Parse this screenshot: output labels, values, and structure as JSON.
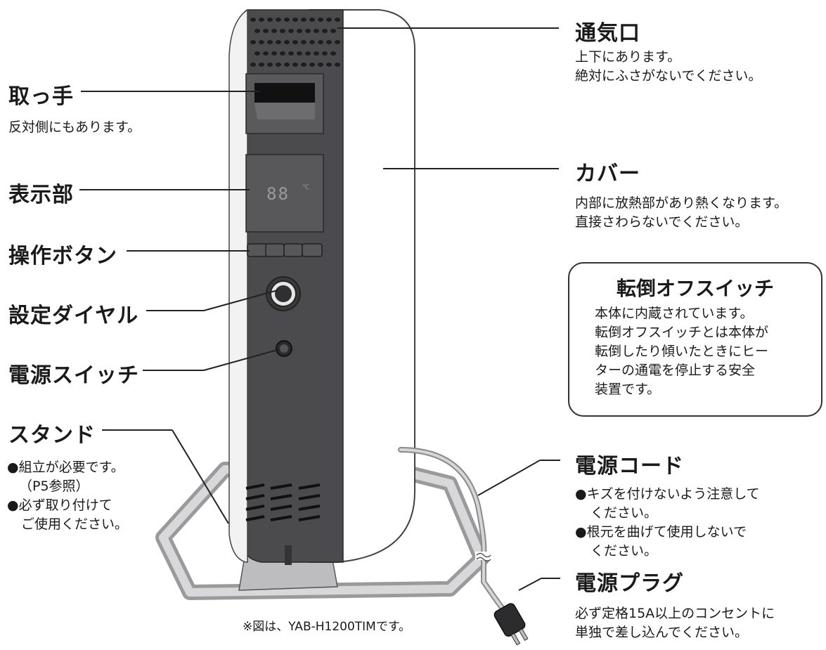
{
  "labels": {
    "handle": {
      "title": "取っ手",
      "desc": [
        "反対側にもあります。"
      ]
    },
    "display": {
      "title": "表示部",
      "desc": []
    },
    "buttons": {
      "title": "操作ボタン",
      "desc": []
    },
    "dial": {
      "title": "設定ダイヤル",
      "desc": []
    },
    "power_switch": {
      "title": "電源スイッチ",
      "desc": []
    },
    "stand": {
      "title": "スタンド",
      "desc": [
        "●組立が必要です。",
        "（P5参照）",
        "●必ず取り付けて",
        "ご使用ください。"
      ]
    },
    "vent": {
      "title": "通気口",
      "desc": [
        "上下にあります。",
        "絶対にふさがないでください。"
      ]
    },
    "cover": {
      "title": "カバー",
      "desc": [
        "内部に放熱部があり熱くなります。",
        "直接さわらないでください。"
      ]
    },
    "cord": {
      "title": "電源コード",
      "desc": [
        "●キズを付けないよう注意して",
        "ください。",
        "●根元を曲げて使用しないで",
        "ください。"
      ]
    },
    "plug": {
      "title": "電源プラグ",
      "desc": [
        "必ず定格15A以上のコンセントに",
        "単独で差し込んでください。"
      ]
    }
  },
  "tip_over_box": {
    "title": "転倒オフスイッチ",
    "lines": [
      "本体に内蔵されています。",
      "転倒オフスイッチとは本体が",
      "転倒したり傾いたときにヒー",
      "ターの通電を停止する安全",
      "装置です。"
    ]
  },
  "display_readout": "88",
  "display_unit": "℃",
  "footnote": "※図は、YAB-H1200TIMです。",
  "colors": {
    "body_dark": "#4b4b4d",
    "cover_white": "#ffffff",
    "stand_silver": "#c9c9cb",
    "line": "#222222"
  }
}
